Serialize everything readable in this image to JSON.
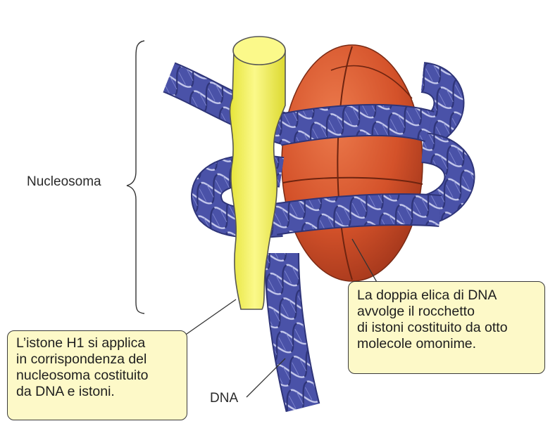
{
  "labels": {
    "nucleosome": "Nucleosoma",
    "dna": "DNA"
  },
  "callouts": {
    "h1": {
      "lines": [
        "L’istone H1 si applica",
        "in corrispondenza del",
        "nucleosoma costituito",
        "da DNA e istoni."
      ]
    },
    "helix": {
      "lines": [
        "La doppia elica di DNA",
        "avvolge il rocchetto",
        "di istoni costituito da otto",
        "molecole omonime."
      ]
    }
  },
  "colors": {
    "histone_core": "#d4522a",
    "histone_dark": "#a2361b",
    "dna_strand": "#4a52a8",
    "dna_dark": "#2e3478",
    "h1_histone": "#f2f05a",
    "callout_fill": "#fdf9c8"
  }
}
